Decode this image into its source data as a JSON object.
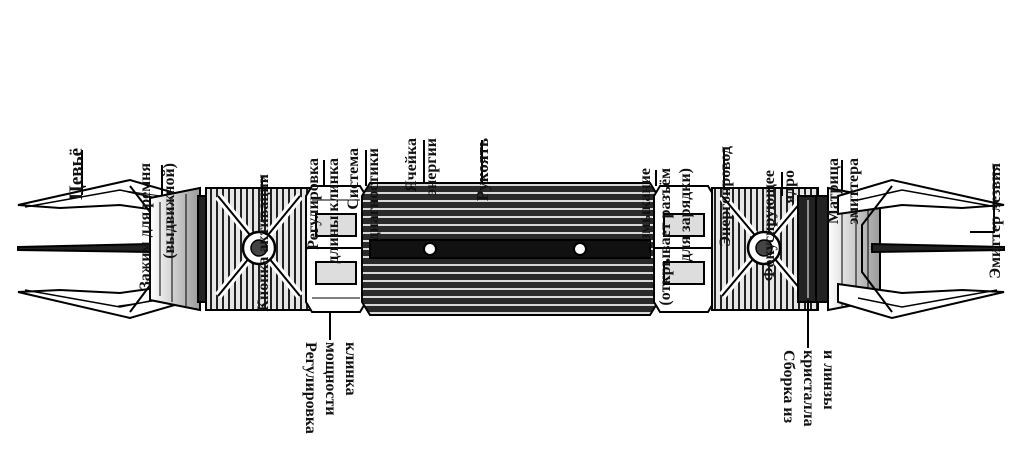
{
  "diagram": {
    "labels": {
      "tsevye": "Цевьё",
      "zazhim_1": "Зажим для ремня",
      "zazhim_2": "(выдвижной)",
      "knopka": "Кнопка активации",
      "reg_dliny_1": "Регулировка",
      "reg_dliny_2": "длины клинка",
      "sistema_1": "Система",
      "sistema_2": "диагностики",
      "yacheyka_1": "Ячейка",
      "yacheyka_2": "энергии",
      "rukoyat": "Рукоять",
      "razmyk_1": "Размыкание",
      "razmyk_2": "(открывает разъём",
      "razmyk_3": "для зарядки)",
      "energoprovod": "Энергопровод",
      "fokus_1": "Фокусирующее",
      "fokus_2": "ядро",
      "matritsa_1": "Матрица",
      "matritsa_2": "эмиттера",
      "emitter": "Эмиттер лезвия",
      "reg_moshch_1": "Регулировка",
      "reg_moshch_2": "мощности",
      "reg_moshch_3": "клинка",
      "sborka_1": "Сборка из",
      "sborka_2": "кристалла",
      "sborka_3": "и линзы"
    }
  }
}
